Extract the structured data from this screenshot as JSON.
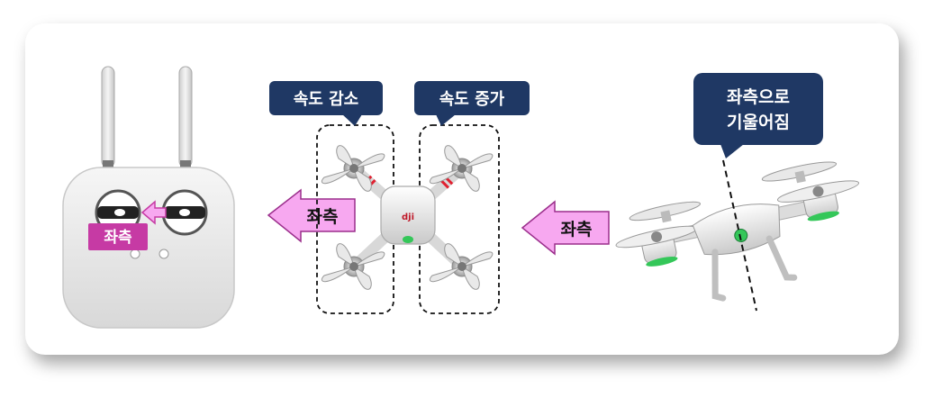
{
  "controller": {
    "stick_label": "좌측"
  },
  "arrows": {
    "left_arrow_label": "좌측",
    "right_arrow_label": "좌측"
  },
  "callouts": {
    "speed_decrease": "속도 감소",
    "speed_increase": "속도 증가",
    "tilt_left_line1": "좌측으로",
    "tilt_left_line2": "기울어짐"
  },
  "colors": {
    "callout_bg": "#1f3864",
    "arrow_fill": "#f7a8f0",
    "stick_badge": "#c63aa4",
    "accent_green": "#34c759",
    "accent_red": "#e02030"
  }
}
